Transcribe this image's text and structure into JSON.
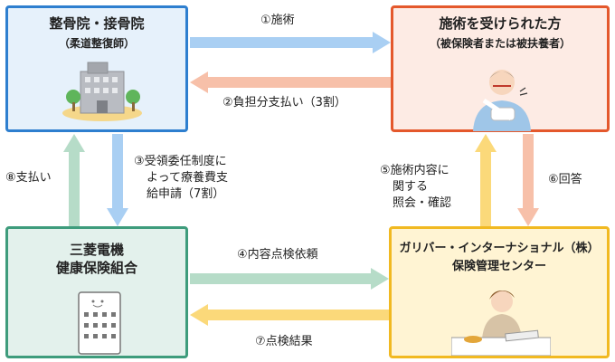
{
  "clinic": {
    "title": "整骨院・接骨院",
    "subtitle": "（柔道整復師）"
  },
  "patient": {
    "title": "施術を受けられた方",
    "subtitle": "（被保険者または被扶養者）"
  },
  "insurer": {
    "title_line1": "三菱電機",
    "title_line2": "健康保険組合"
  },
  "center": {
    "title_line1": "ガリバー・インターナショナル（株）",
    "title_line2": "保険管理センター"
  },
  "steps": {
    "s1": "①施術",
    "s2": "②負担分支払い（3割）",
    "s3_line1": "③受領委任制度に",
    "s3_line2": "よって療養費支",
    "s3_line3": "給申請（7割）",
    "s4": "④内容点検依頼",
    "s5_line1": "⑤施術内容に",
    "s5_line2": "関する",
    "s5_line3": "照会・確認",
    "s6": "⑥回答",
    "s7": "⑦点検結果",
    "s8": "⑧支払い"
  },
  "colors": {
    "blue_arrow": "#a9cff3",
    "salmon_arrow": "#f7c0a9",
    "green_arrow": "#b6dcc8",
    "yellow_arrow": "#fbd97a",
    "clinic_border": "#2e7fcf",
    "patient_border": "#e4582c",
    "insurer_border": "#3e9c7c",
    "center_border": "#f1b921"
  }
}
